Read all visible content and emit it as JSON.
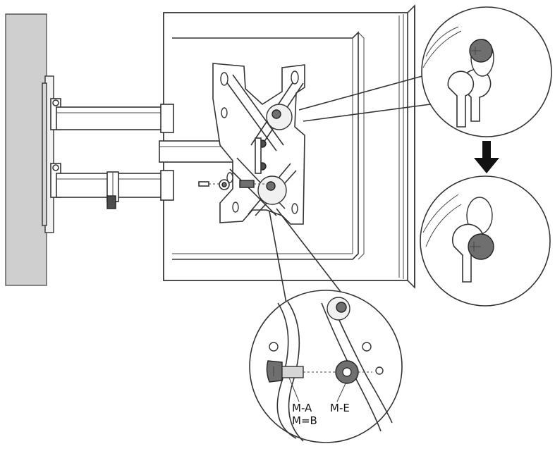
{
  "labels": {
    "part_a": "M-A",
    "part_b": "M=B",
    "part_e": "M-E"
  },
  "colors": {
    "wall": "#cfcfcf",
    "line": "#333333",
    "screw_head": "#6f6f6f",
    "arrow": "#111111"
  },
  "icons": {
    "direction_arrow": "arrow-down-icon"
  }
}
